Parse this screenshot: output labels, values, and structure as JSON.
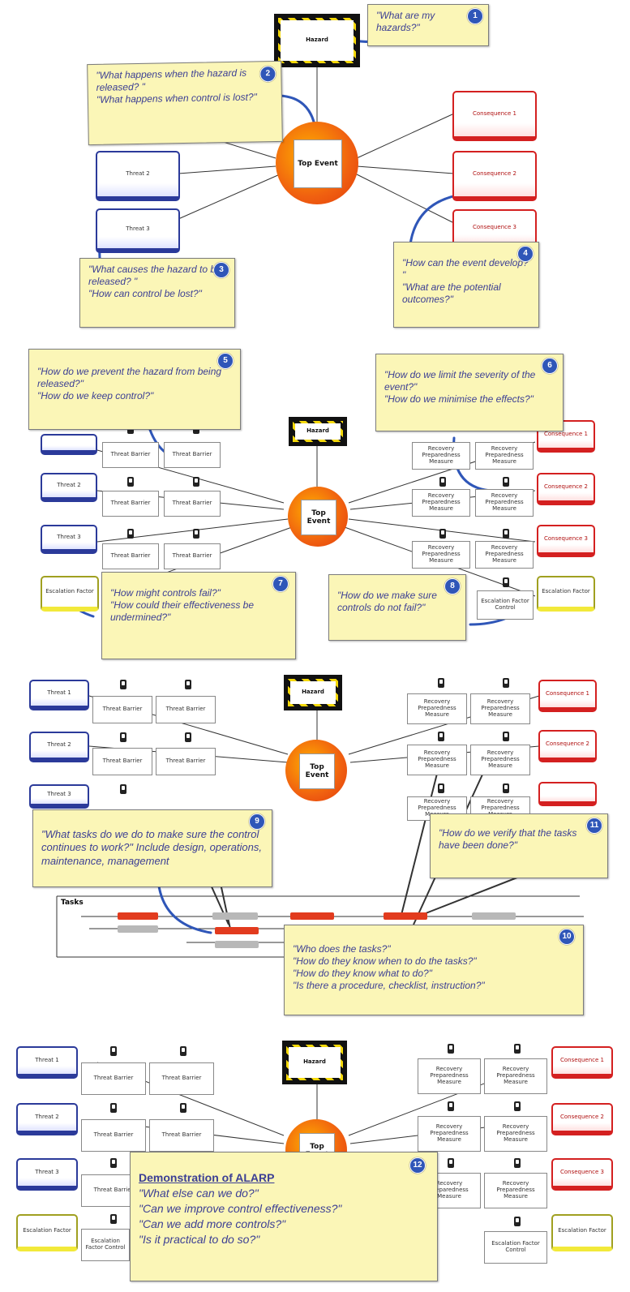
{
  "colors": {
    "threat": "#2b3a9a",
    "consequence": "#d42020",
    "escalation": "#f2e93a",
    "note_bg": "#fbf6b7",
    "note_text": "#3c3f94",
    "badge": "#2f56b8",
    "top_event": "#f06010"
  },
  "labels": {
    "hazard": "Hazard",
    "top_event": "Top Event",
    "threat_1": "Threat 1",
    "threat_2": "Threat 2",
    "threat_3": "Threat 3",
    "consequence_1": "Consequence 1",
    "consequence_2": "Consequence 2",
    "consequence_3": "Consequence 3",
    "consequence_1_short": "Consequence 1",
    "consequence_2_short": "Consequence 2",
    "consequence_3_short": "Consequence 3",
    "threat_barrier": "Threat Barrier",
    "recovery_measure": "Recovery Preparedness Measure",
    "escalation_factor": "Escalation Factor",
    "escalation_factor_control": "Escalation Factor Control",
    "tasks": "Tasks"
  },
  "notes": {
    "n1": {
      "badge": "1",
      "text": "\"What are my hazards?\""
    },
    "n2": {
      "badge": "2",
      "line1": "\"What happens when the hazard is released? \"",
      "line2": "\"What happens when control is lost?\""
    },
    "n3": {
      "badge": "3",
      "line1": "\"What causes the hazard to be released? \"",
      "line2": "\"How can control be lost?\""
    },
    "n4": {
      "badge": "4",
      "line1": "\"How can the event develop? \"",
      "line2": "\"What are the potential outcomes?\""
    },
    "n5": {
      "badge": "5",
      "line1": "\"How do we prevent the hazard from being released?\"",
      "line2": "\"How do we keep control?\""
    },
    "n6": {
      "badge": "6",
      "line1": "\"How do we limit the severity of the event?\"",
      "line2": "\"How do we minimise the effects?\""
    },
    "n7": {
      "badge": "7",
      "line1": "\"How might controls fail?\"",
      "line2": "\"How could their effectiveness be undermined?\""
    },
    "n8": {
      "badge": "8",
      "text": "\"How do we make sure controls do not fail?\""
    },
    "n9": {
      "badge": "9",
      "text": "\"What tasks do we do to make sure the control continues to work?\" Include design, operations, maintenance, management"
    },
    "n10": {
      "badge": "10",
      "line1": "\"Who does the tasks?\"",
      "line2": "\"How do they know when to do the tasks?\"",
      "line3": "\"How do they know what to do?\"",
      "line4": "\"Is there a procedure, checklist, instruction?\""
    },
    "n11": {
      "badge": "11",
      "text": "\"How do we verify that the tasks have been done?\""
    },
    "n12": {
      "badge": "12",
      "title": "Demonstration of ALARP",
      "line1": "\"What else can we do?\"",
      "line2": "\"Can we improve control effectiveness?\"",
      "line3": "\"Can we add more controls?\"",
      "line4": "\"Is it practical to do so?\""
    }
  }
}
